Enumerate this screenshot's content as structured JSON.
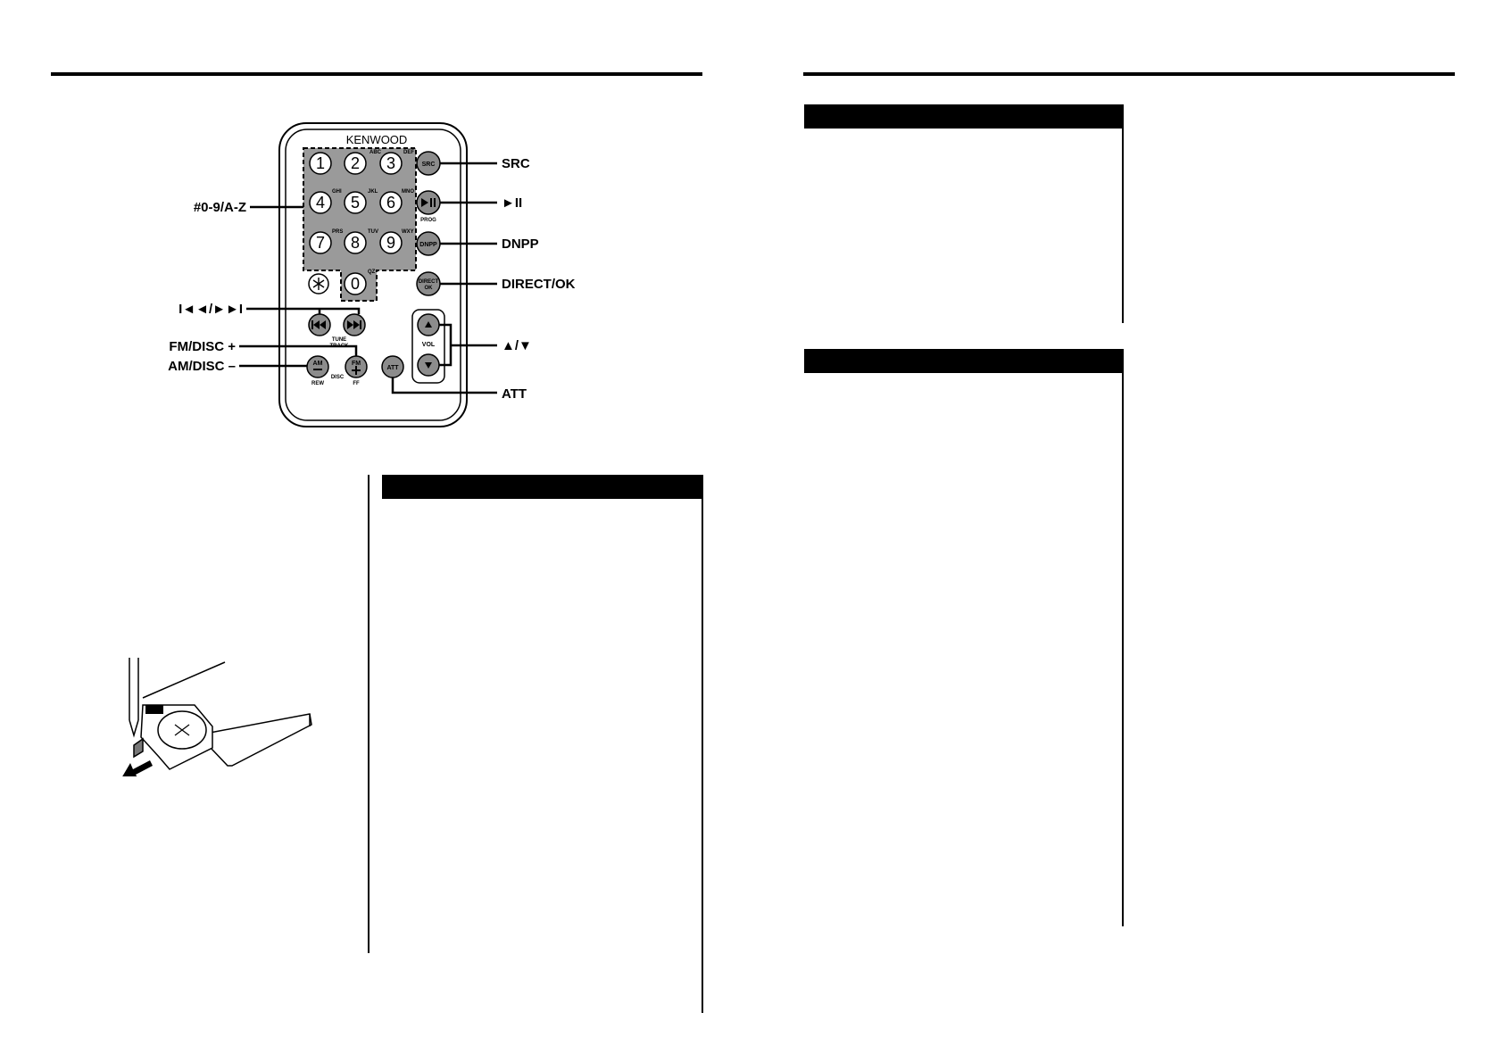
{
  "remote": {
    "brand": "KENWOOD",
    "digits": [
      "1",
      "2",
      "3",
      "4",
      "5",
      "6",
      "7",
      "8",
      "9",
      "0"
    ],
    "letters": {
      "k2": "ABC",
      "k3": "DEF",
      "k4": "GHI",
      "k5": "JKL",
      "k6": "MNO",
      "k7": "PRS",
      "k8": "TUV",
      "k9": "WXY",
      "k0": "QZ"
    },
    "buttons": {
      "src": "SRC",
      "dnpp": "DNPP",
      "direct_1": "DIRECT",
      "direct_2": "OK",
      "att": "ATT",
      "am": "AM",
      "fm": "FM",
      "vol": "VOL",
      "prog": "PROG",
      "tune": "TUNE",
      "track": "TRACK",
      "disc": "DISC",
      "rew": "REW",
      "ff": "FF"
    },
    "callouts": {
      "src": "SRC",
      "play": "►II",
      "dnpp": "DNPP",
      "direct": "DIRECT/OK",
      "updown": "▲/▼",
      "att": "ATT",
      "numeric": "#0-9/A-Z",
      "skip": "I◄◄/►►I",
      "fm_disc": "FM/DISC +",
      "am_disc": "AM/DISC –"
    }
  },
  "colors": {
    "button_fill": "#8c8c8c",
    "keypad_fill": "#9a9a9a",
    "ink": "#000000"
  }
}
